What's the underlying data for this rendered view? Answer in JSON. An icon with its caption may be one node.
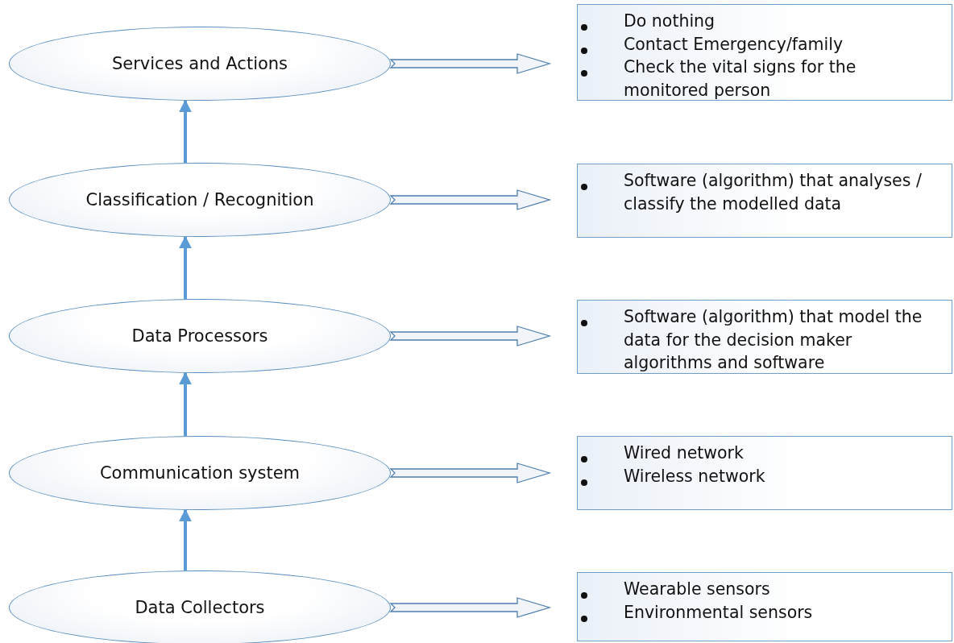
{
  "diagram": {
    "nodes": [
      {
        "text": [
          "Services and Actions"
        ]
      },
      {
        "text": [
          "Do nothing",
          "Contact Emergency/family",
          "Check the vital signs for the monitored person"
        ]
      },
      {
        "text": [
          "Classification / Recognition"
        ]
      },
      {
        "text": [
          "Software (algorithm) that analyses / classify the modelled data"
        ]
      },
      {
        "text": [
          "Data Processors"
        ]
      },
      {
        "text": [
          "Software (algorithm) that model the data for the decision maker algorithms and software"
        ]
      },
      {
        "text": [
          "Communication system"
        ]
      },
      {
        "text": [
          "Wired network",
          "Wireless network"
        ]
      },
      {
        "text": [
          "Data Collectors"
        ]
      },
      {
        "text": [
          "Wearable sensors",
          "Environmental sensors"
        ]
      }
    ],
    "edges": [
      {
        "from": 0,
        "to": 1,
        "arrow": "to"
      },
      {
        "from": 2,
        "to": 0,
        "arrow": "to"
      },
      {
        "from": 2,
        "to": 3,
        "arrow": "to"
      },
      {
        "from": 4,
        "to": 2,
        "arrow": "to"
      },
      {
        "from": 4,
        "to": 5,
        "arrow": "to"
      },
      {
        "from": 6,
        "to": 4,
        "arrow": "to"
      },
      {
        "from": 6,
        "to": 7,
        "arrow": "to"
      },
      {
        "from": 8,
        "to": 6,
        "arrow": "to"
      },
      {
        "from": 8,
        "to": 9,
        "arrow": "to"
      }
    ]
  }
}
